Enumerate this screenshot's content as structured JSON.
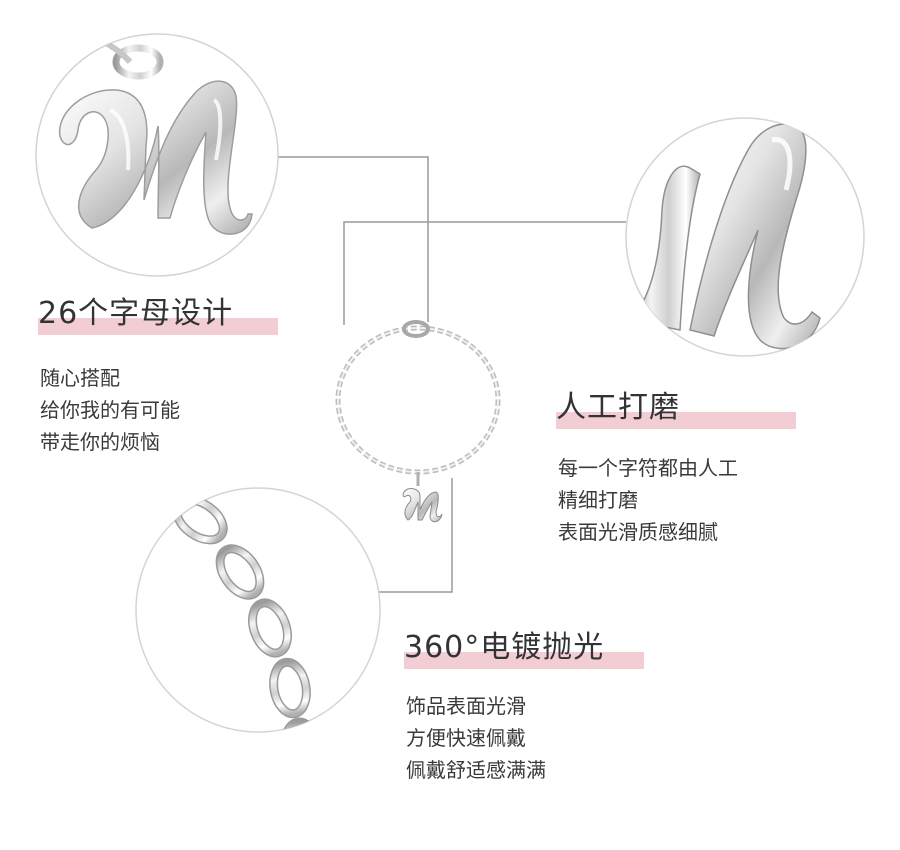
{
  "features": [
    {
      "title": "26个字母设计",
      "lines": [
        "随心搭配",
        "给你我的有可能",
        "带走你的烦恼"
      ]
    },
    {
      "title": "人工打磨",
      "lines": [
        "每一个字符都由人工",
        "精细打磨",
        "表面光滑质感细腻"
      ]
    },
    {
      "title": "360°电镀抛光",
      "lines": [
        "饰品表面光滑",
        "方便快速佩戴",
        "佩戴舒适感满满"
      ]
    }
  ],
  "colors": {
    "accent_underline": "#f3cdd4",
    "connector_line": "#9a9a9a",
    "circle_border": "#d4d4d4",
    "silver": "#d9d9d9"
  },
  "images": {
    "circle_top_left": "letter-m-pendant-closeup",
    "circle_right": "letter-m-polished-stroke-closeup",
    "circle_bottom_left": "chain-links-closeup",
    "center": "bracelet-with-m-charm"
  }
}
